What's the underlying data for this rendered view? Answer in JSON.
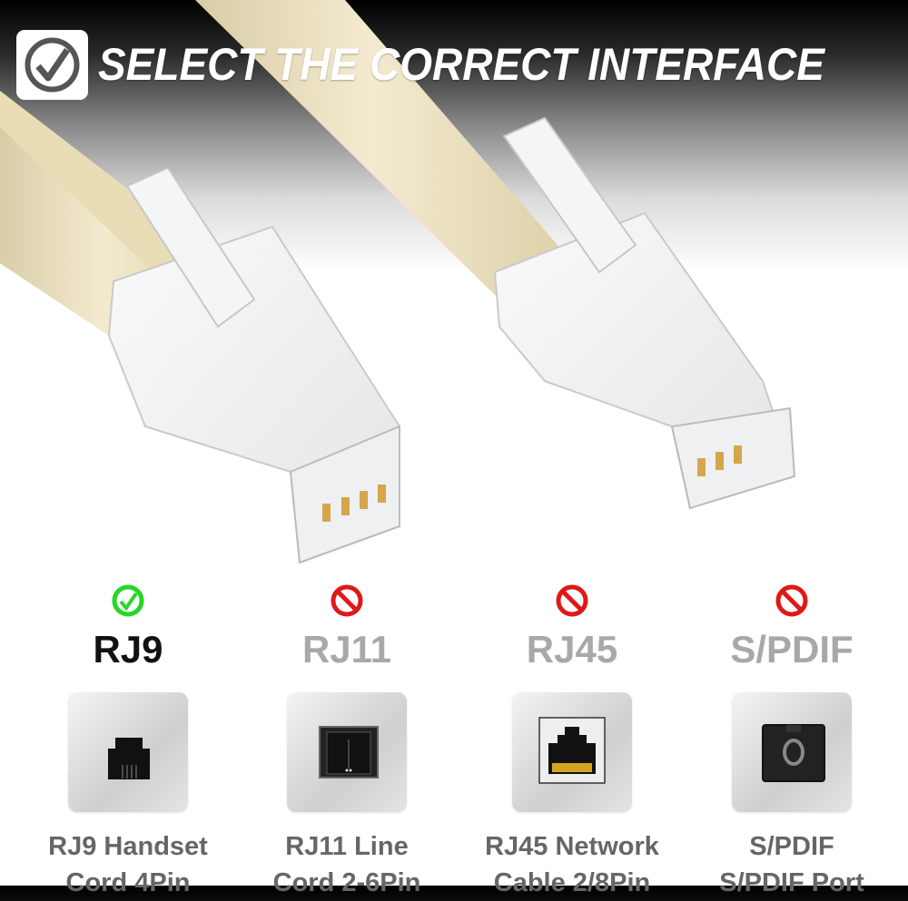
{
  "header": {
    "title": "SELECT THE CORRECT INTERFACE",
    "icon": "check-circle-icon"
  },
  "colors": {
    "cable": "#efe3be",
    "correct": "#27d627",
    "wrong": "#e01818",
    "active_label": "#111111",
    "inactive_label": "#a8a8a8",
    "caption": "#666666"
  },
  "interfaces": [
    {
      "label": "RJ9",
      "status": "correct",
      "icon": "rj9-port-icon",
      "caption_line1": "RJ9 Handset",
      "caption_line2": "Cord  4Pin"
    },
    {
      "label": "RJ11",
      "status": "wrong",
      "icon": "rj11-port-icon",
      "caption_line1": "RJ11 Line",
      "caption_line2": "Cord 2-6Pin"
    },
    {
      "label": "RJ45",
      "status": "wrong",
      "icon": "rj45-port-icon",
      "caption_line1": "RJ45 Network",
      "caption_line2": "Cable 2/8Pin"
    },
    {
      "label": "S/PDIF",
      "status": "wrong",
      "icon": "spdif-port-icon",
      "caption_line1": "S/PDIF",
      "caption_line2": "S/PDIF Port"
    }
  ]
}
